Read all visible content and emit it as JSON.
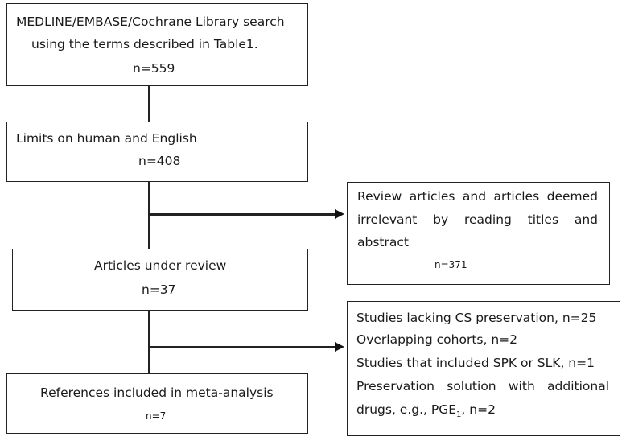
{
  "boxes": {
    "search": {
      "line1": "MEDLINE/EMBASE/Cochrane Library search",
      "line2": "using the terms described in Table1.",
      "count": "n=559"
    },
    "limits": {
      "line1": "Limits on human and English",
      "count": "n=408"
    },
    "excluded_review": {
      "line1": "Review articles and articles deemed",
      "line2": "irrelevant by reading titles and",
      "line3": "abstract",
      "count": "n=371"
    },
    "under_review": {
      "line1": "Articles under review",
      "count": "n=37"
    },
    "excluded_other": {
      "line1": "Studies lacking CS preservation, n=25",
      "line2": "Overlapping cohorts, n=2",
      "line3": "Studies that included SPK or SLK, n=1",
      "line4": "Preservation solution with additional",
      "line5_pre": "drugs, e.g., PGE",
      "line5_sub": "1",
      "line5_post": ", n=2"
    },
    "included": {
      "line1": "References included in meta-analysis",
      "count": "n=7"
    }
  }
}
